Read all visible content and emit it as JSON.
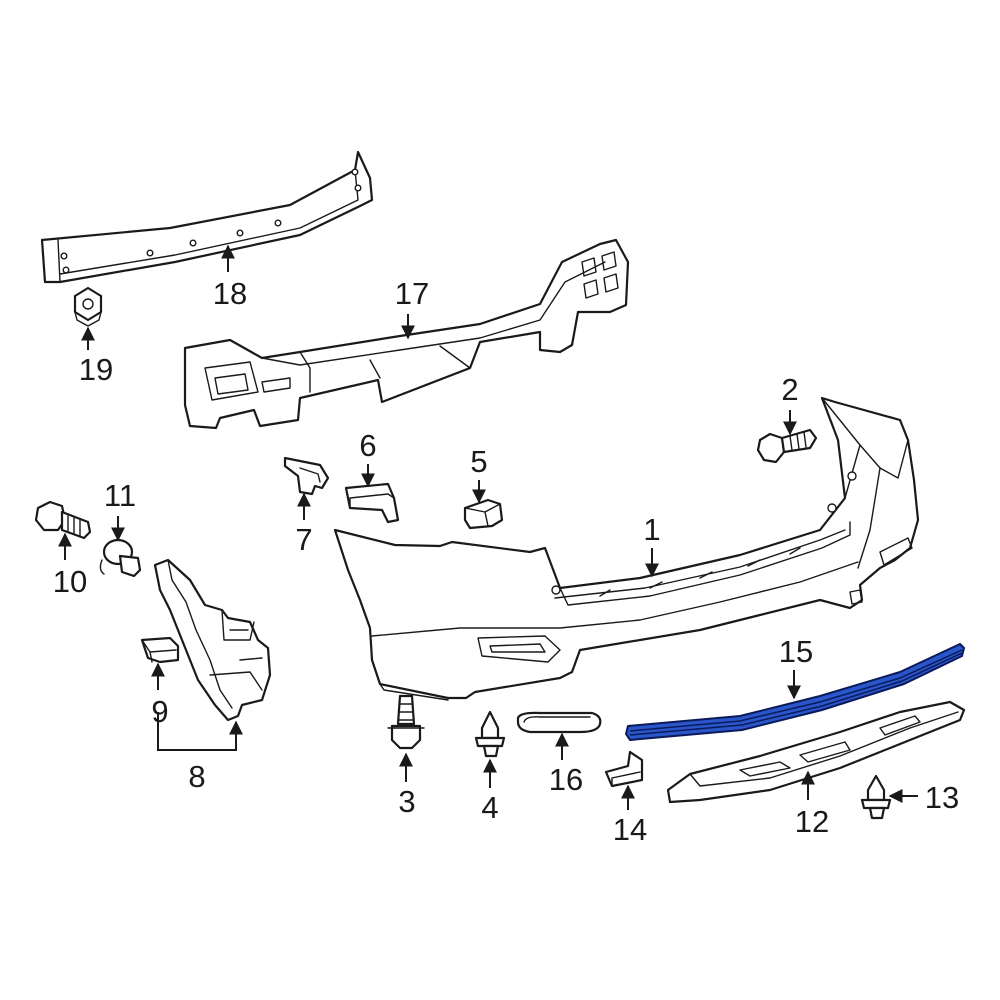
{
  "diagram": {
    "highlight_color": "#2a56c9",
    "line_color": "#1a1a1a",
    "callouts": [
      {
        "id": "1",
        "label": "1"
      },
      {
        "id": "2",
        "label": "2"
      },
      {
        "id": "3",
        "label": "3"
      },
      {
        "id": "4",
        "label": "4"
      },
      {
        "id": "5",
        "label": "5"
      },
      {
        "id": "6",
        "label": "6"
      },
      {
        "id": "7",
        "label": "7"
      },
      {
        "id": "8",
        "label": "8"
      },
      {
        "id": "9",
        "label": "9"
      },
      {
        "id": "10",
        "label": "10"
      },
      {
        "id": "11",
        "label": "11"
      },
      {
        "id": "12",
        "label": "12"
      },
      {
        "id": "13",
        "label": "13"
      },
      {
        "id": "14",
        "label": "14"
      },
      {
        "id": "15",
        "label": "15"
      },
      {
        "id": "16",
        "label": "16"
      },
      {
        "id": "17",
        "label": "17"
      },
      {
        "id": "18",
        "label": "18"
      },
      {
        "id": "19",
        "label": "19"
      }
    ],
    "highlighted_part": "15"
  }
}
